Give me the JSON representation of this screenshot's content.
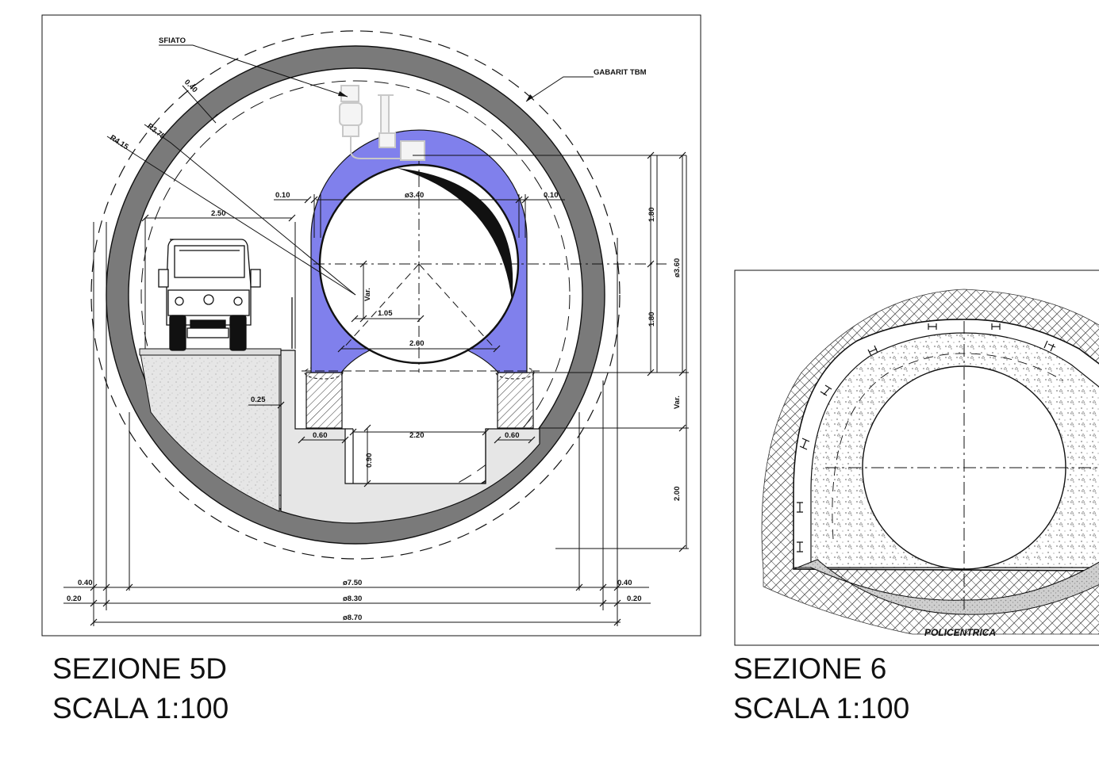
{
  "section5": {
    "caption_name": "SEZIONE 5D",
    "caption_scale": "SCALA 1:100",
    "labels": {
      "vent": "SFIATO",
      "tbm": "GABARIT TBM",
      "thickness": "0.40",
      "r_inner": "R3.75",
      "r_outer": "R4.15",
      "lane_width": "2.50",
      "clear_left": "0.10",
      "clear_right": "0.10",
      "pipe_diameter": "ø3.40",
      "var_left": "Var.",
      "half_base": "1.05",
      "saddle_width": "2.60",
      "kerb": "0.25",
      "foot_left": "0.60",
      "foot_right": "0.60",
      "trench_width": "2.20",
      "trench_depth": "0.90",
      "h_top": "1.80",
      "h_bottom": "1.80",
      "pipe_height": "ø3.60",
      "var_right": "Var.",
      "floor_height": "2.00",
      "d_left_40": "0.40",
      "d_left_20": "0.20",
      "d_right_40": "0.40",
      "d_right_20": "0.20",
      "d_750": "ø7.50",
      "d_830": "ø8.30",
      "d_870": "ø8.70"
    }
  },
  "section6": {
    "caption_name": "SEZIONE 6",
    "caption_scale": "SCALA 1:100",
    "label": "POLICENTRICA"
  },
  "colors": {
    "lining": "#7a7a7a",
    "saddle": "#8080ec",
    "fill_light": "#e2e2e2",
    "foundation": "#ececec"
  }
}
